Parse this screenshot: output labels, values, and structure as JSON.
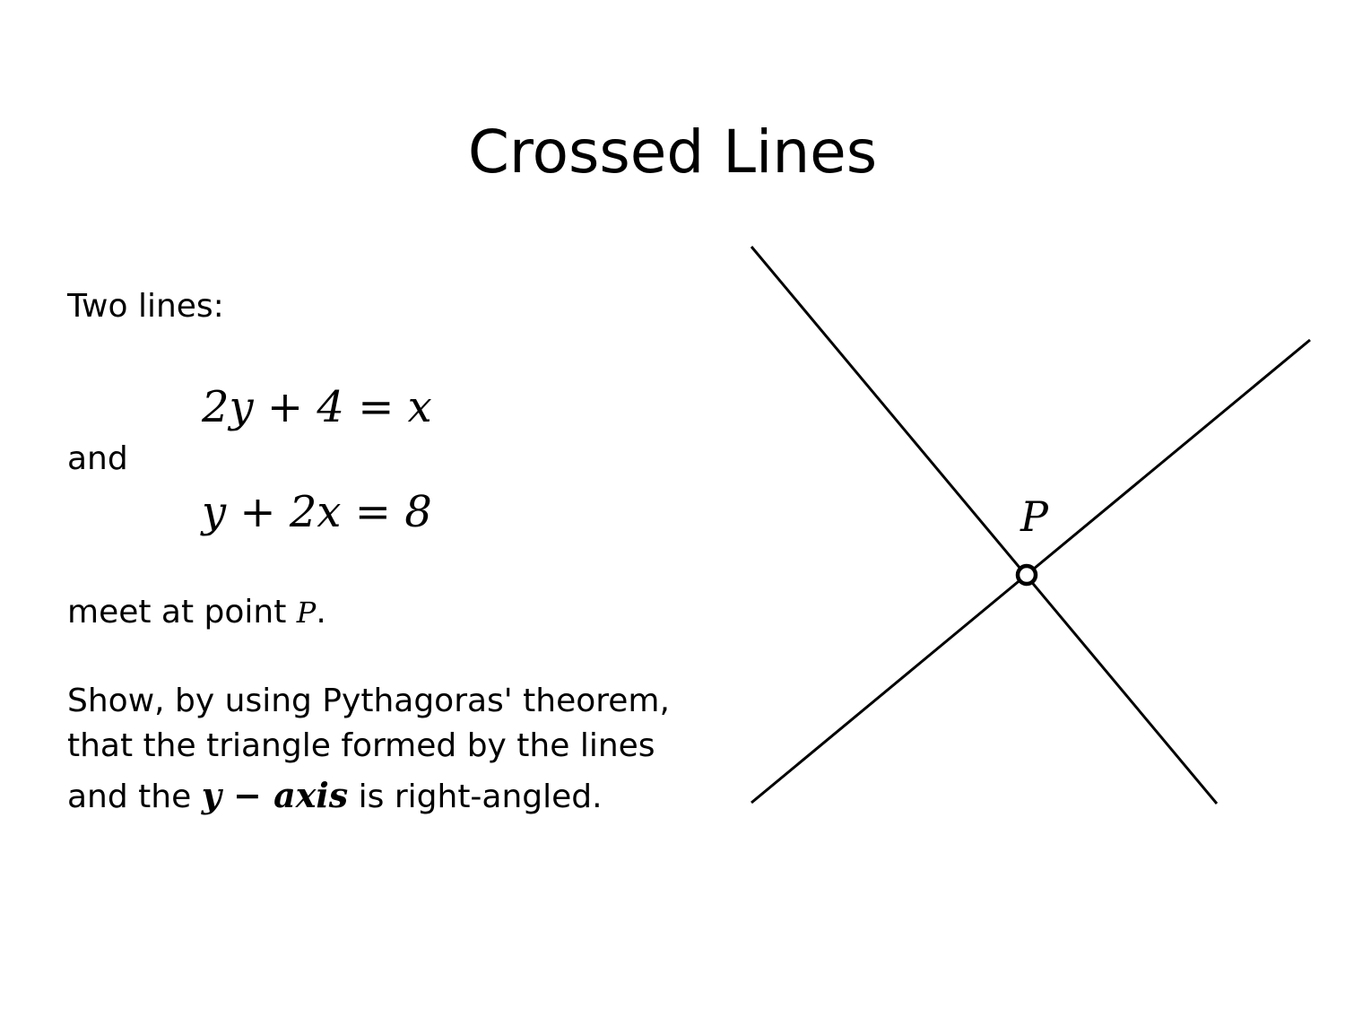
{
  "slide": {
    "title": "Crossed Lines",
    "intro": "Two lines:",
    "equation_1": "2y + 4 = x",
    "connector": "and",
    "equation_2": "y + 2x = 8",
    "meet_prefix": "meet at point ",
    "meet_point": "P",
    "meet_suffix": ".",
    "question_line_1": "Show, by using Pythagoras' theorem,",
    "question_line_2": "that the triangle formed by the lines",
    "question_line_3_prefix": "and the ",
    "question_axis": "y − axis",
    "question_line_3_suffix": " is right-angled."
  },
  "diagram": {
    "point_label": "P",
    "line_color": "#000000"
  }
}
